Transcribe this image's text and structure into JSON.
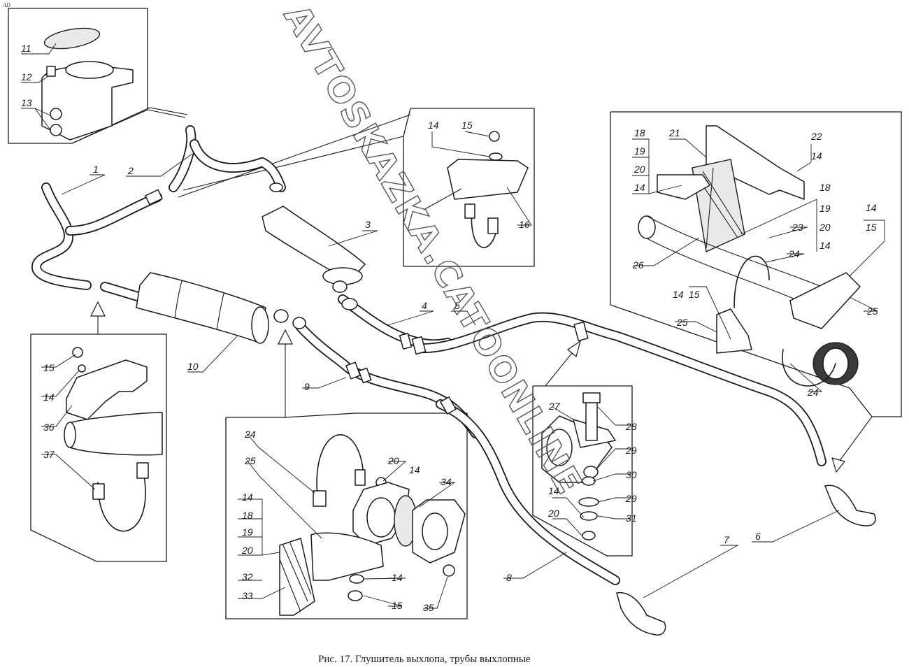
{
  "corner_mark": "AD",
  "watermark": "AVTOSKAZKA.CATOONLINE",
  "caption": "Рис. 17. Глушитель выхлопа, трубы выхлопные",
  "labels": {
    "l1": "11",
    "l2": "12",
    "l3": "13",
    "l4": "1",
    "l5": "2",
    "l6": "3",
    "l7": "4",
    "l8": "5",
    "l9": "6",
    "l10": "7",
    "l11": "8",
    "l12": "9",
    "l13": "10",
    "l14": "14",
    "l15": "15",
    "l16": "16",
    "l17": "18",
    "l18": "19",
    "l19": "20",
    "l20": "14",
    "l21": "21",
    "l22": "22",
    "l23": "14",
    "l24": "18",
    "l25": "19",
    "l26": "20",
    "l27": "14",
    "l28": "14",
    "l29": "15",
    "l30": "26",
    "l31": "23",
    "l32": "24",
    "l33": "14",
    "l34": "15",
    "l35": "25",
    "l36": "25",
    "l37": "24",
    "l38": "15",
    "l39": "14",
    "l40": "36",
    "l41": "37",
    "l42": "24",
    "l43": "25",
    "l44": "20",
    "l45": "14",
    "l46": "34",
    "l47": "14",
    "l48": "18",
    "l49": "19",
    "l50": "20",
    "l51": "32",
    "l52": "33",
    "l53": "14",
    "l54": "15",
    "l55": "35",
    "l56": "27",
    "l57": "28",
    "l58": "29",
    "l59": "30",
    "l60": "29",
    "l61": "31",
    "l62": "14",
    "l63": "20"
  }
}
